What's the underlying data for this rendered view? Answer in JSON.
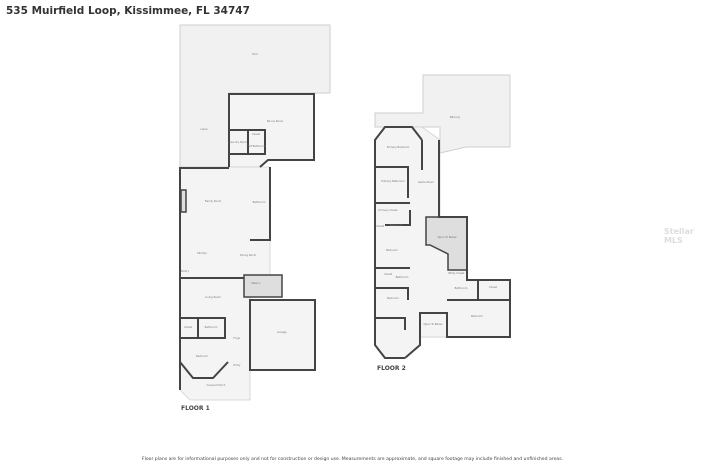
{
  "title": "535 Muirfield Loop, Kissimmee, FL 34747",
  "disclaimer": "Floor plans are for informational purposes only and not for construction or design use. Measurements are approximate, and square footage may include finished and unfinished areas.",
  "watermark": "Stellar MLS",
  "floor1": {
    "label": "FLOOR 1",
    "rooms": [
      "Pool",
      "Lanai",
      "Bonus Room",
      "Laundry Room",
      "Closet",
      "Half Bathroom",
      "Family Room",
      "Bathroom",
      "Kitchen",
      "Dining Room",
      "Pantry",
      "Walk-in",
      "Living Room",
      "Closet",
      "Bathroom",
      "Foyer",
      "Bedroom",
      "Covered Porch",
      "Garage",
      "Entry"
    ]
  },
  "floor2": {
    "label": "FLOOR 2",
    "rooms": [
      "Balcony",
      "Primary Bedroom",
      "Primary Bathroom",
      "Primary Closet",
      "Game Room",
      "Closet",
      "Bathroom",
      "Bedroom",
      "Open To Below",
      "Utility Closet",
      "Closet",
      "Bathroom",
      "Bathroom",
      "Closet",
      "Bedroom",
      "Open To Below",
      "Bedroom"
    ]
  }
}
